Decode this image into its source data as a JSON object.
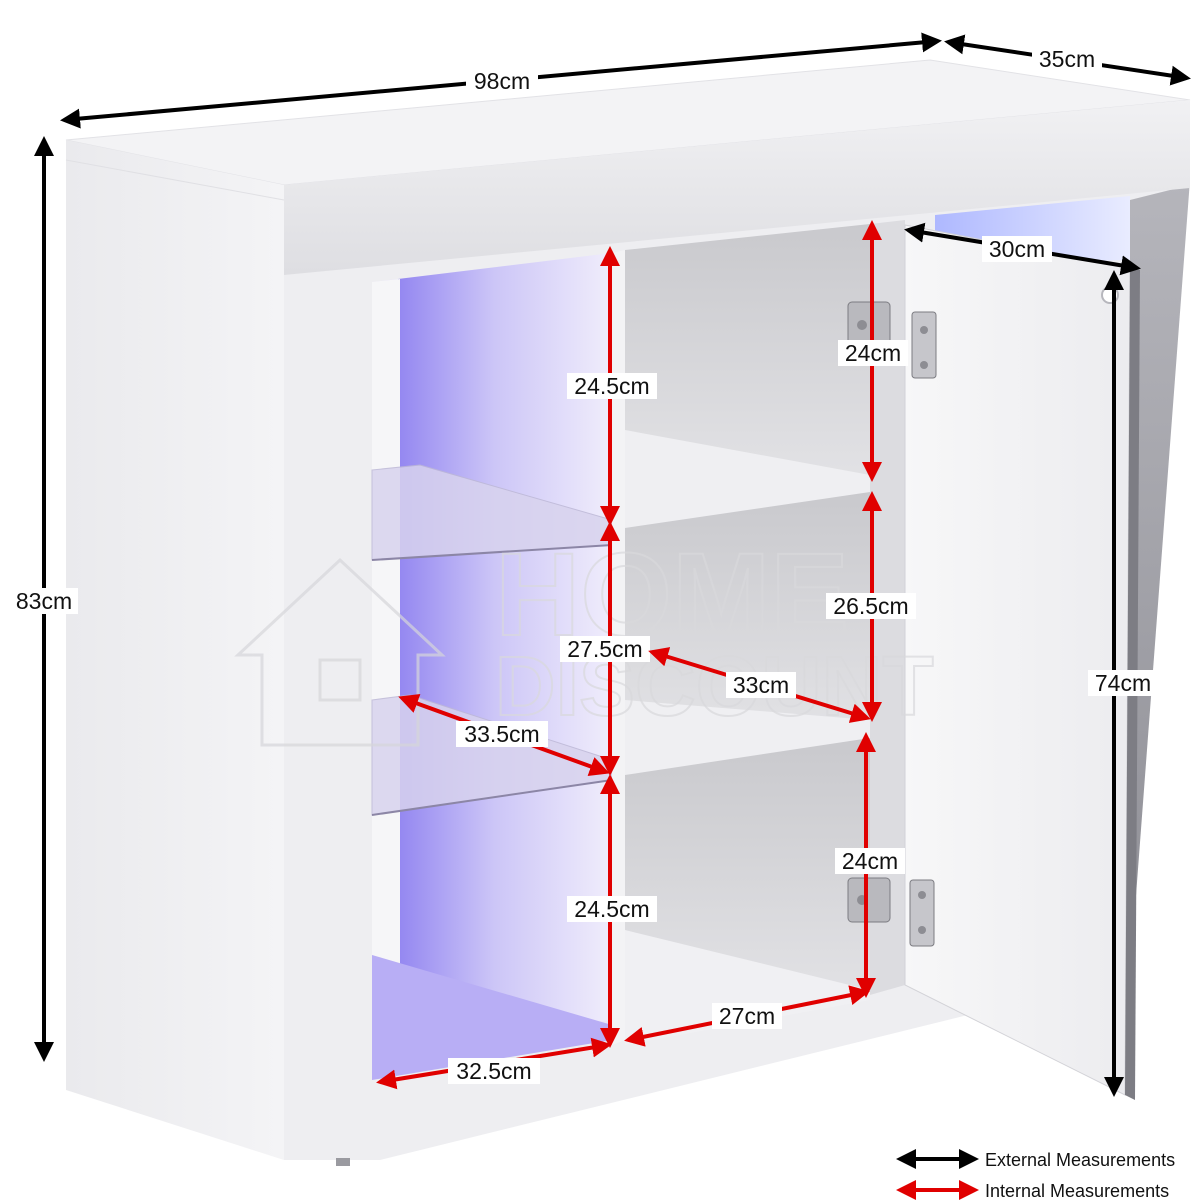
{
  "external": {
    "width": "98cm",
    "depth": "35cm",
    "height": "83cm",
    "door_width": "30cm",
    "door_height": "74cm"
  },
  "internal": {
    "left_top_height": "24.5cm",
    "left_middle_height": "27.5cm",
    "left_bottom_height": "24.5cm",
    "left_shelf_depth": "33.5cm",
    "left_bottom_width": "32.5cm",
    "right_top_height": "24cm",
    "right_middle_height": "26.5cm",
    "right_bottom_height": "24cm",
    "right_middle_width": "33cm",
    "right_bottom_width": "27cm"
  },
  "legend": {
    "external_label": "External Measurements",
    "internal_label": "Internal Measurements",
    "external_color": "#000000",
    "internal_color": "#e00000"
  },
  "watermark": {
    "line1": "HOME",
    "line2": "DISCOUNT",
    "icon": "house-icon"
  }
}
